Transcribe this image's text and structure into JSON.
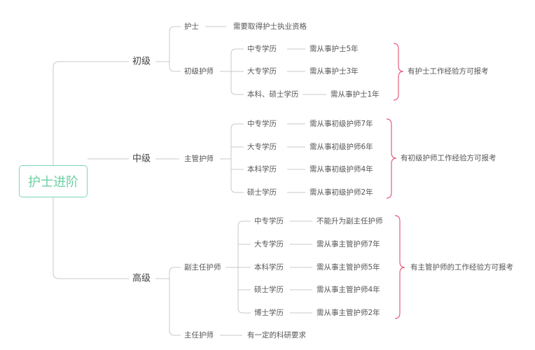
{
  "root": "护士进阶",
  "levels": {
    "junior": {
      "label": "初级",
      "nurse": {
        "label": "护士",
        "req": "需要取得护士执业资格"
      },
      "junior_nurse": {
        "label": "初级护师",
        "items": [
          {
            "edu": "中专学历",
            "req": "需从事护士5年"
          },
          {
            "edu": "大专学历",
            "req": "需从事护士3年"
          },
          {
            "edu": "本科、硕士学历",
            "req": "需从事护士1年"
          }
        ],
        "note": "有护士工作经验方可报考"
      }
    },
    "intermediate": {
      "label": "中级",
      "charge_nurse": {
        "label": "主管护师",
        "items": [
          {
            "edu": "中专学历",
            "req": "需从事初级护师7年"
          },
          {
            "edu": "大专学历",
            "req": "需从事初级护师6年"
          },
          {
            "edu": "本科学历",
            "req": "需从事初级护师4年"
          },
          {
            "edu": "硕士学历",
            "req": "需从事初级护师2年"
          }
        ],
        "note": "有初级护师工作经验方可报考"
      }
    },
    "senior": {
      "label": "高级",
      "associate_chief": {
        "label": "副主任护师",
        "items": [
          {
            "edu": "中专学历",
            "req": "不能升为副主任护师"
          },
          {
            "edu": "大专学历",
            "req": "需从事主管护师7年"
          },
          {
            "edu": "本科学历",
            "req": "需从事主管护师5年"
          },
          {
            "edu": "硕士学历",
            "req": "需从事主管护师4年"
          },
          {
            "edu": "博士学历",
            "req": "需从事主管护师2年"
          }
        ],
        "note": "有主管护师的工作经验方可报考"
      },
      "chief": {
        "label": "主任护师",
        "req": "有一定的科研要求"
      }
    }
  },
  "colors": {
    "root_border": "#7fd6b0",
    "line": "#c8c8c8",
    "brace": "#e0607e"
  }
}
